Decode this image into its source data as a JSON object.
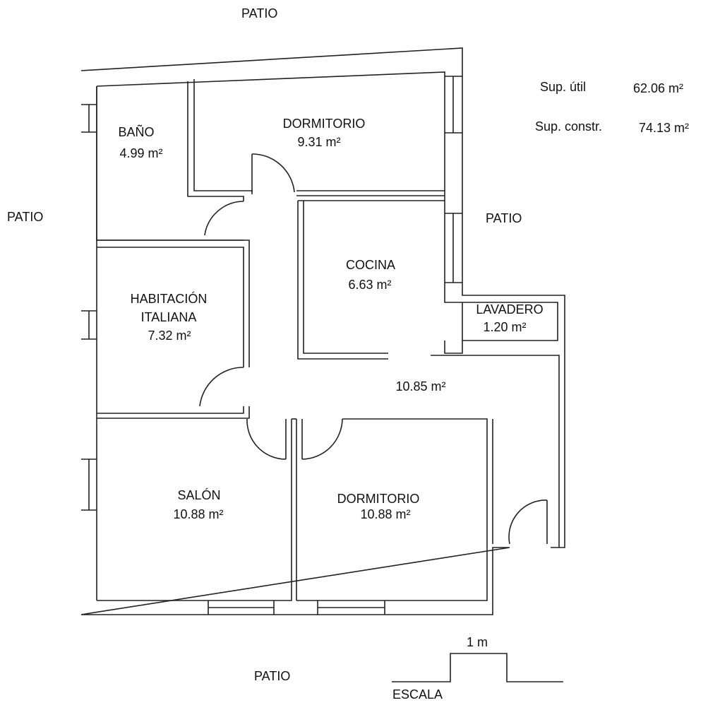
{
  "orientation_labels": {
    "top": "PATIO",
    "left": "PATIO",
    "right": "PATIO",
    "bottom": "PATIO"
  },
  "surfaces": {
    "useful_label": "Sup. útil",
    "useful_value": "62.06 m²",
    "built_label": "Sup. constr.",
    "built_value": "74.13 m²"
  },
  "rooms": {
    "bano": {
      "name": "BAÑO",
      "area": "4.99 m²"
    },
    "dormitorio_top": {
      "name": "DORMITORIO",
      "area": "9.31 m²"
    },
    "cocina": {
      "name": "COCINA",
      "area": "6.63 m²"
    },
    "lavadero": {
      "name": "LAVADERO",
      "area": "1.20 m²"
    },
    "habitacion": {
      "name_line1": "HABITACIÓN",
      "name_line2": "ITALIANA",
      "area": "7.32 m²"
    },
    "pasillo": {
      "area": "10.85 m²"
    },
    "salon": {
      "name": "SALÓN",
      "area": "10.88 m²"
    },
    "dormitorio_bottom": {
      "name": "DORMITORIO",
      "area": "10.88 m²"
    }
  },
  "scale": {
    "length_label": "1 m",
    "title": "ESCALA"
  }
}
